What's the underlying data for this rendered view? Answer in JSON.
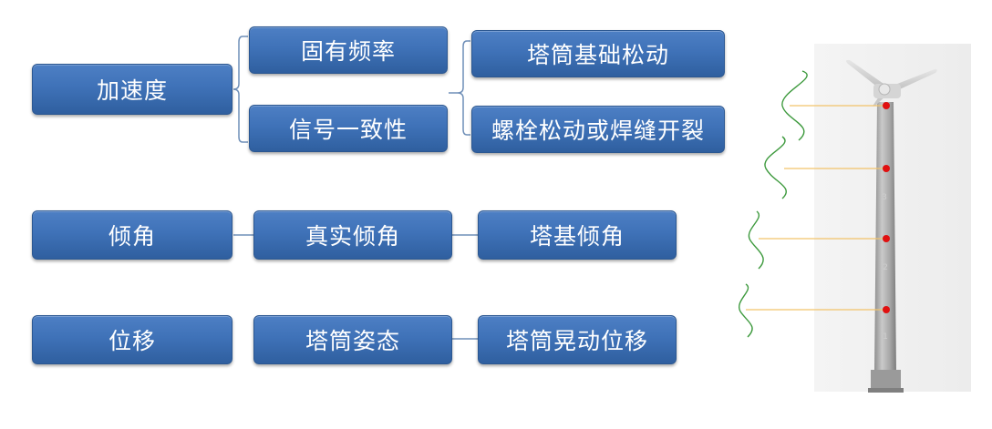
{
  "acceleration": {
    "root": "加速度",
    "children": [
      "固有频率",
      "信号一致性"
    ],
    "outcomes": [
      "塔筒基础松动",
      "螺栓松动或焊缝开裂"
    ]
  },
  "tilt": {
    "root": "倾角",
    "middle": "真实倾角",
    "outcome": "塔基倾角"
  },
  "displacement": {
    "root": "位移",
    "middle": "塔筒姿态",
    "outcome": "塔筒晃动位移"
  },
  "turbine": {
    "section_numbers": [
      "3",
      "2",
      "1"
    ],
    "sensor_color": "#e01010",
    "wave_color": "#3e9a3e",
    "line_color": "#f2c36a"
  }
}
